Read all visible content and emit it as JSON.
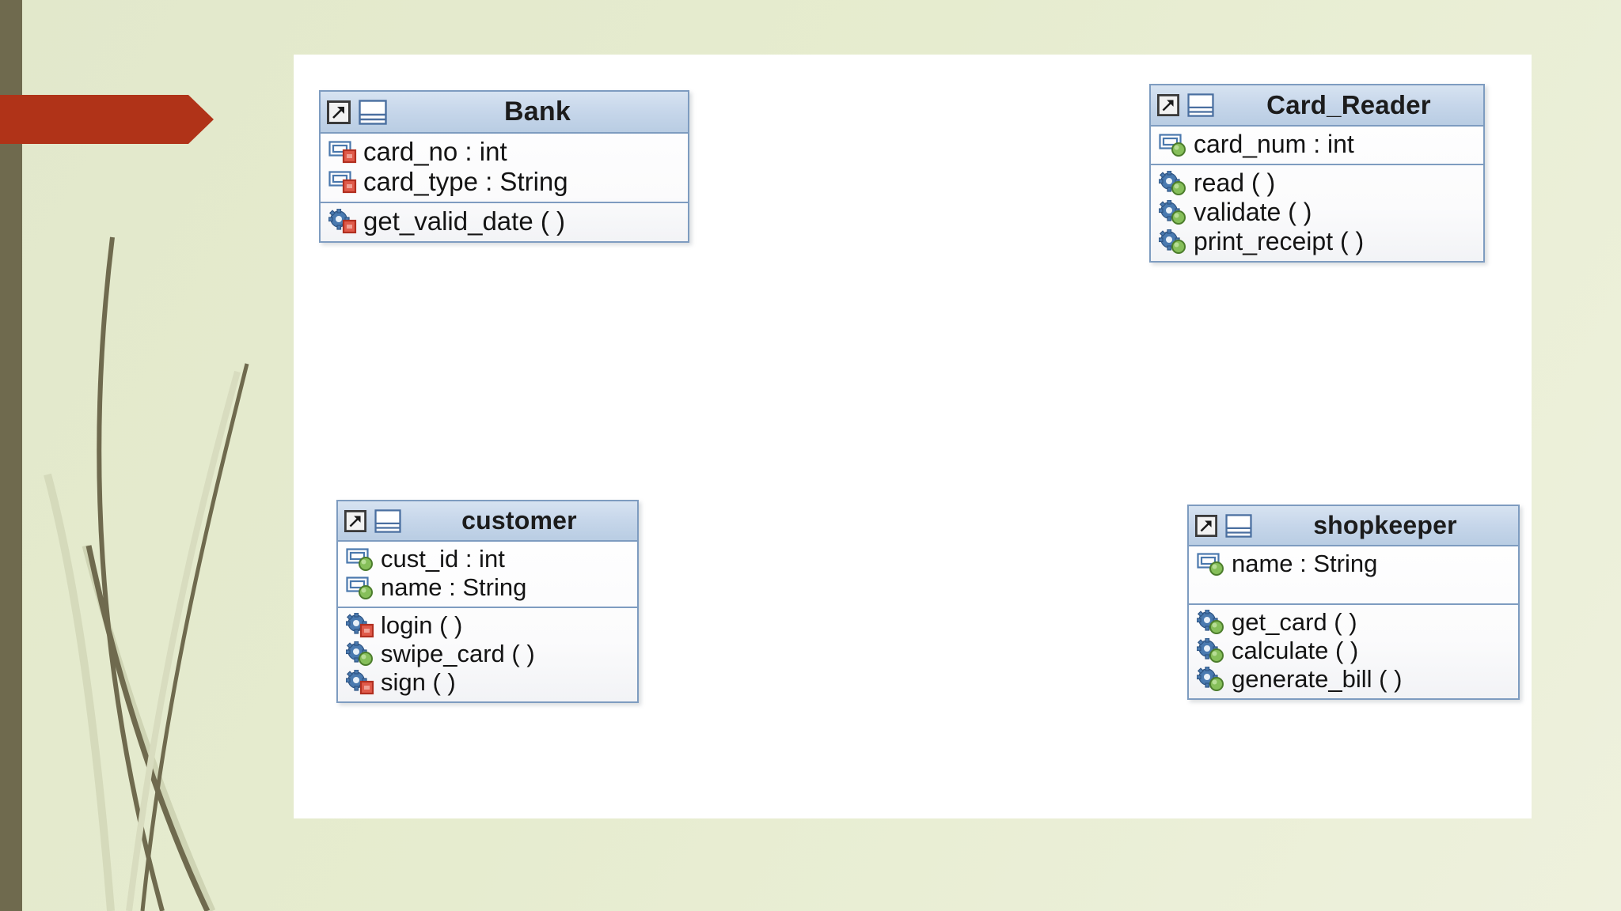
{
  "slide": {
    "background_color": "#e4eacd",
    "left_bar_color": "#6f6a4e",
    "banner_color": "#b03318",
    "panel_color": "#ffffff",
    "accent_header_color": "#c6d6ea",
    "border_color": "#7e9cc0",
    "private_badge_color": "#d94a3a",
    "public_badge_color": "#7cb342"
  },
  "diagram": {
    "type": "uml-class-diagram",
    "classes": [
      {
        "id": "bank",
        "name": "Bank",
        "icon": "class-icon",
        "shortcut_icon": "shortcut-arrow-icon",
        "attributes": [
          {
            "label": "card_no : int",
            "visibility": "private",
            "icon": "attribute-icon"
          },
          {
            "label": "card_type : String",
            "visibility": "private",
            "icon": "attribute-icon"
          }
        ],
        "methods": [
          {
            "label": "get_valid_date ( )",
            "visibility": "private",
            "icon": "method-gear-icon"
          }
        ]
      },
      {
        "id": "card_reader",
        "name": "Card_Reader",
        "icon": "class-icon",
        "shortcut_icon": "shortcut-arrow-icon",
        "attributes": [
          {
            "label": "card_num : int",
            "visibility": "public",
            "icon": "attribute-icon"
          }
        ],
        "methods": [
          {
            "label": "read ( )",
            "visibility": "public",
            "icon": "method-gear-icon"
          },
          {
            "label": "validate ( )",
            "visibility": "public",
            "icon": "method-gear-icon"
          },
          {
            "label": "print_receipt ( )",
            "visibility": "public",
            "icon": "method-gear-icon"
          }
        ]
      },
      {
        "id": "customer",
        "name": "customer",
        "icon": "class-icon",
        "shortcut_icon": "shortcut-arrow-icon",
        "attributes": [
          {
            "label": "cust_id : int",
            "visibility": "public",
            "icon": "attribute-icon"
          },
          {
            "label": "name : String",
            "visibility": "public",
            "icon": "attribute-icon"
          }
        ],
        "methods": [
          {
            "label": "login ( )",
            "visibility": "private",
            "icon": "method-gear-icon"
          },
          {
            "label": "swipe_card ( )",
            "visibility": "public",
            "icon": "method-gear-icon"
          },
          {
            "label": "sign ( )",
            "visibility": "private",
            "icon": "method-gear-icon"
          }
        ]
      },
      {
        "id": "shopkeeper",
        "name": "shopkeeper",
        "icon": "class-icon",
        "shortcut_icon": "shortcut-arrow-icon",
        "attributes": [
          {
            "label": "name : String",
            "visibility": "public",
            "icon": "attribute-icon"
          }
        ],
        "methods": [
          {
            "label": "get_card ( )",
            "visibility": "public",
            "icon": "method-gear-icon"
          },
          {
            "label": "calculate ( )",
            "visibility": "public",
            "icon": "method-gear-icon"
          },
          {
            "label": "generate_bill ( )",
            "visibility": "public",
            "icon": "method-gear-icon"
          }
        ]
      }
    ]
  }
}
